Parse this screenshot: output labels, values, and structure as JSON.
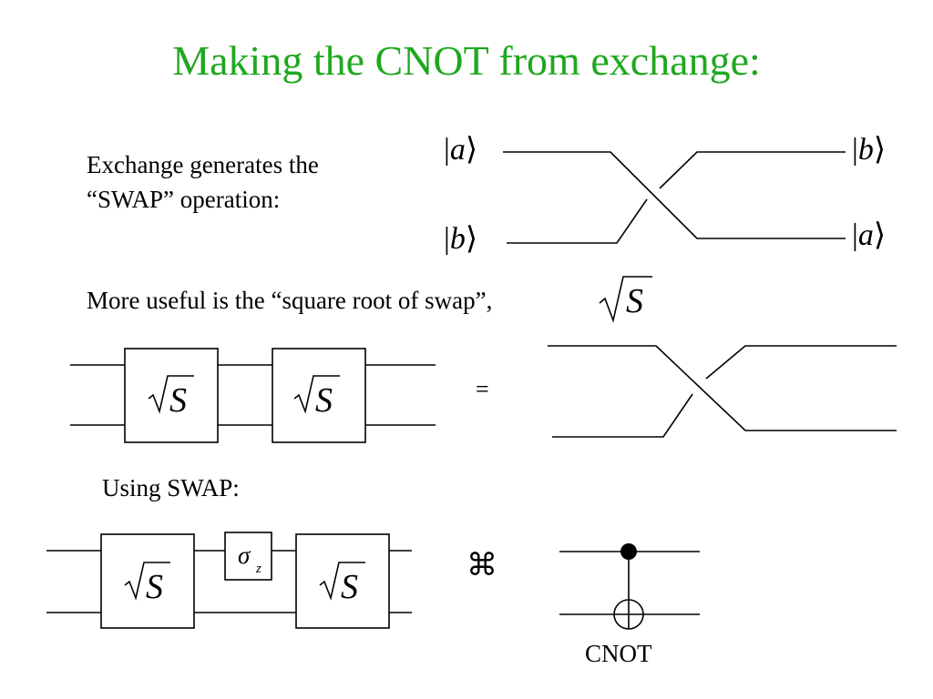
{
  "title": "Making the CNOT from exchange:",
  "swap_intro": {
    "line1": "Exchange generates the",
    "line2": "“SWAP” operation:"
  },
  "kets": {
    "in_top": "a",
    "in_bottom": "b",
    "out_top": "b",
    "out_bottom": "a"
  },
  "sqrt_swap_text": "More useful is the “square root of swap”,",
  "gate_label": "S",
  "equals_sign": "=",
  "using_swap_text": "Using SWAP:",
  "sigma_gate": {
    "symbol": "σ",
    "subscript": "z"
  },
  "equivalence_symbol": "⌘",
  "cnot_label": "CNOT",
  "colors": {
    "title": "#1fa81f",
    "ink": "#000000"
  }
}
